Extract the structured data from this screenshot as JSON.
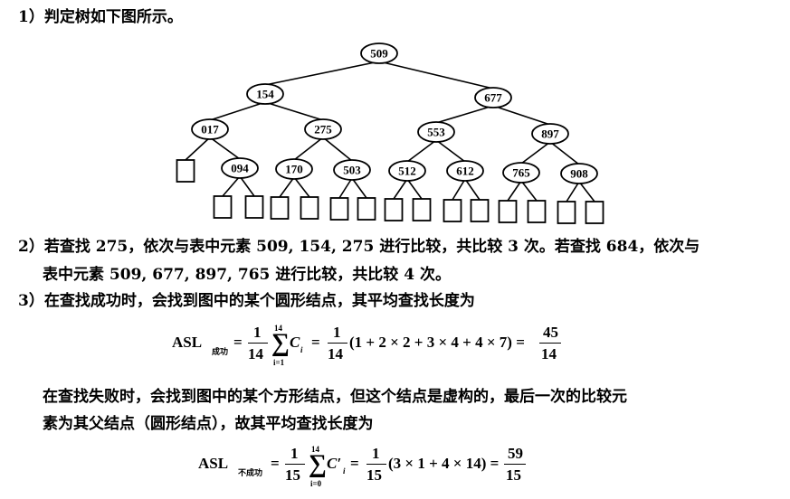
{
  "item1": {
    "text": "1）判定树如下图所示。"
  },
  "tree": {
    "nodes": [
      {
        "id": "n509",
        "label": "509",
        "parent": null
      },
      {
        "id": "n154",
        "label": "154",
        "parent": "n509"
      },
      {
        "id": "n677",
        "label": "677",
        "parent": "n509"
      },
      {
        "id": "n017",
        "label": "017",
        "parent": "n154"
      },
      {
        "id": "n275",
        "label": "275",
        "parent": "n154"
      },
      {
        "id": "n553",
        "label": "553",
        "parent": "n677"
      },
      {
        "id": "n897",
        "label": "897",
        "parent": "n677"
      },
      {
        "id": "n094",
        "label": "094",
        "parent": "n017"
      },
      {
        "id": "n170",
        "label": "170",
        "parent": "n275"
      },
      {
        "id": "n503",
        "label": "503",
        "parent": "n275"
      },
      {
        "id": "n512",
        "label": "512",
        "parent": "n553"
      },
      {
        "id": "n612",
        "label": "612",
        "parent": "n553"
      },
      {
        "id": "n765",
        "label": "765",
        "parent": "n897"
      },
      {
        "id": "n908",
        "label": "908",
        "parent": "n897"
      }
    ],
    "external_nodes": [
      {
        "parent": "n017"
      },
      {
        "parent": "n094"
      },
      {
        "parent": "n094"
      },
      {
        "parent": "n170"
      },
      {
        "parent": "n170"
      },
      {
        "parent": "n503"
      },
      {
        "parent": "n503"
      },
      {
        "parent": "n512"
      },
      {
        "parent": "n512"
      },
      {
        "parent": "n612"
      },
      {
        "parent": "n612"
      },
      {
        "parent": "n765"
      },
      {
        "parent": "n765"
      },
      {
        "parent": "n908"
      },
      {
        "parent": "n908"
      }
    ]
  },
  "item2": {
    "line1": "2）若查找 275，依次与表中元素 509, 154, 275 进行比较，共比较 3 次。若查找 684，依次与",
    "line2": "表中元素 509, 677, 897, 765 进行比较，共比较 4 次。"
  },
  "item3": {
    "intro": "3）在查找成功时，会找到图中的某个圆形结点，其平均查找长度为",
    "fail_line1": "在查找失败时，会找到图中的某个方形结点，但这个结点是虚构的，最后一次的比较元",
    "fail_line2": "素为其父结点（圆形结点），故其平均查找长度为"
  },
  "formula_success": {
    "lhs": "ASL",
    "lhs_sub": "成功",
    "eq": "=",
    "c1_num": "1",
    "c1_den": "14",
    "sum_upper": "14",
    "sum_lower": "i=1",
    "term": "C",
    "term_sub": "i",
    "c2_num": "1",
    "c2_den": "14",
    "expr": "(1 + 2 × 2 + 3 × 4 + 4 × 7) =",
    "res_num": "45",
    "res_den": "14"
  },
  "formula_fail": {
    "lhs": "ASL",
    "lhs_sub": "不成功",
    "eq": "=",
    "c1_num": "1",
    "c1_den": "15",
    "sum_upper": "14",
    "sum_lower": "i=0",
    "term": "C′",
    "term_sub": "i",
    "c2_num": "1",
    "c2_den": "15",
    "expr": "(3 × 1 + 4 × 14) =",
    "res_num": "59",
    "res_den": "15"
  }
}
